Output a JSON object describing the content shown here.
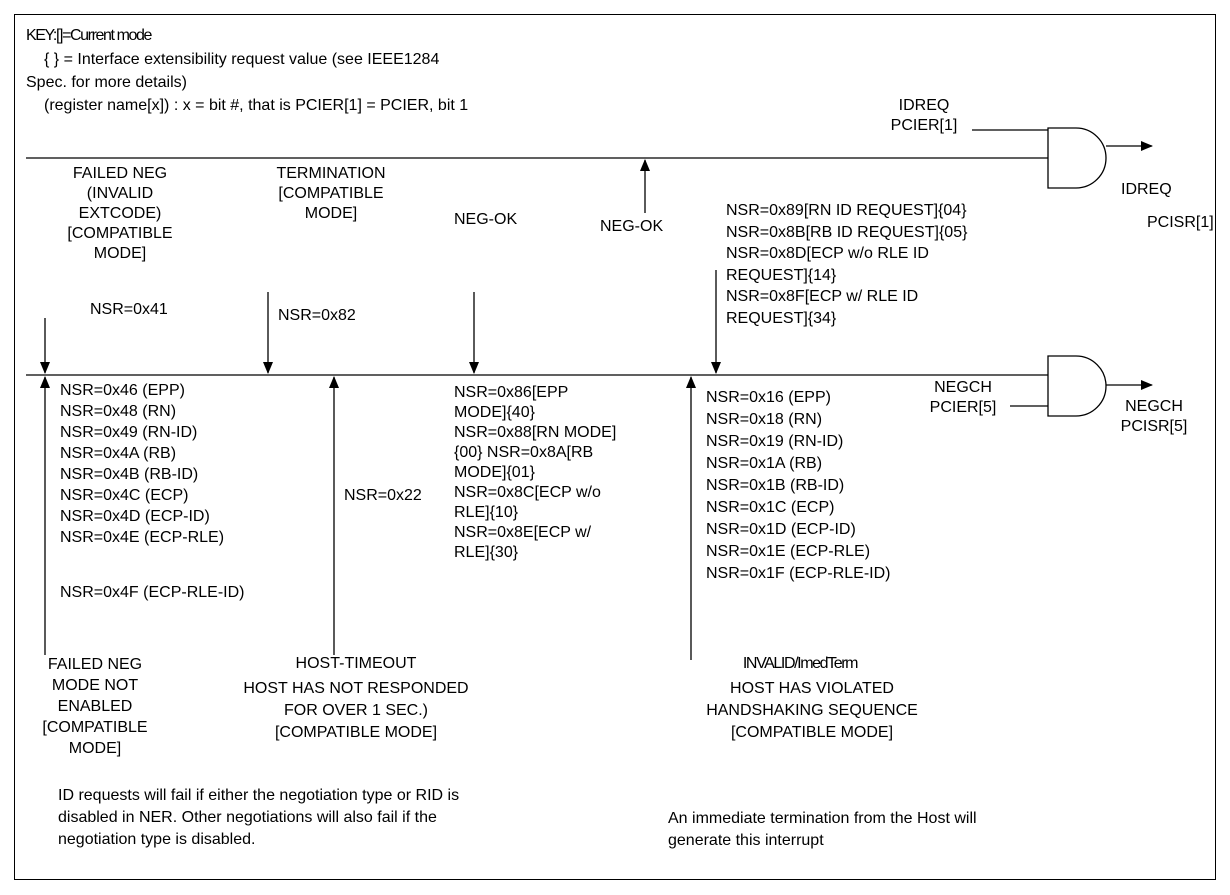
{
  "key": {
    "line1": "KEY:[]=Current mode",
    "line2": "{ } = Interface extensibility request value (see IEEE1284",
    "line3": "Spec. for more details)",
    "line4": "(register name[x]) : x = bit #, that is PCIER[1] = PCIER, bit 1"
  },
  "idreq": {
    "input_label": "IDREQ\nPCIER[1]",
    "output_name": "IDREQ",
    "output_reg": "PCISR[1]"
  },
  "negch": {
    "input_label": "NEGCH\nPCIER[5]",
    "output_label": "NEGCH\nPCISR[5]"
  },
  "top": {
    "failed_neg": "FAILED NEG\n(INVALID\nEXTCODE)\n[COMPATIBLE\nMODE]",
    "nsr41": "NSR=0x41",
    "termination": "TERMINATION\n[COMPATIBLE\nMODE]",
    "nsr82": "NSR=0x82",
    "neg_ok_1": "NEG-OK",
    "neg_ok_2": "NEG-OK",
    "id_requests": "NSR=0x89[RN ID REQUEST]{04}\nNSR=0x8B[RB ID REQUEST]{05}\nNSR=0x8D[ECP w/o RLE ID\nREQUEST]{14}\nNSR=0x8F[ECP w/ RLE ID\nREQUEST]{34}"
  },
  "bottom": {
    "nsr4x": "NSR=0x46 (EPP)\nNSR=0x48 (RN)\nNSR=0x49 (RN-ID)\nNSR=0x4A (RB)\nNSR=0x4B (RB-ID)\nNSR=0x4C (ECP)\nNSR=0x4D (ECP-ID)\nNSR=0x4E (ECP-RLE)",
    "nsr4f": "NSR=0x4F (ECP-RLE-ID)",
    "nsr22": "NSR=0x22",
    "nsr8x": "NSR=0x86[EPP\nMODE]{40}\nNSR=0x88[RN MODE]\n{00} NSR=0x8A[RB\nMODE]{01}\nNSR=0x8C[ECP w/o\nRLE]{10}\nNSR=0x8E[ECP w/\nRLE]{30}",
    "nsr1x": "NSR=0x16 (EPP)\nNSR=0x18 (RN)\nNSR=0x19 (RN-ID)\nNSR=0x1A (RB)\nNSR=0x1B (RB-ID)\nNSR=0x1C (ECP)\nNSR=0x1D (ECP-ID)\nNSR=0x1E (ECP-RLE)\nNSR=0x1F (ECP-RLE-ID)",
    "failed_neg_mode": "FAILED NEG\nMODE NOT\nENABLED\n[COMPATIBLE\nMODE]",
    "host_timeout_title": "HOST-TIMEOUT",
    "host_timeout_body": "HOST HAS NOT RESPONDED\nFOR OVER 1 SEC.)\n[COMPATIBLE MODE]",
    "invalid_title": "INVALID/ImedTerm",
    "invalid_body": "HOST HAS VIOLATED\nHANDSHAKING SEQUENCE\n[COMPATIBLE MODE]"
  },
  "notes": {
    "id_fail": "ID requests will fail if either the negotiation type or RID is\ndisabled in NER. Other negotiations will also fail if the\nnegotiation type is disabled.",
    "immediate": "An immediate termination from the Host will\ngenerate this interrupt"
  },
  "colors": {
    "ink": "#000000",
    "background": "#ffffff"
  }
}
